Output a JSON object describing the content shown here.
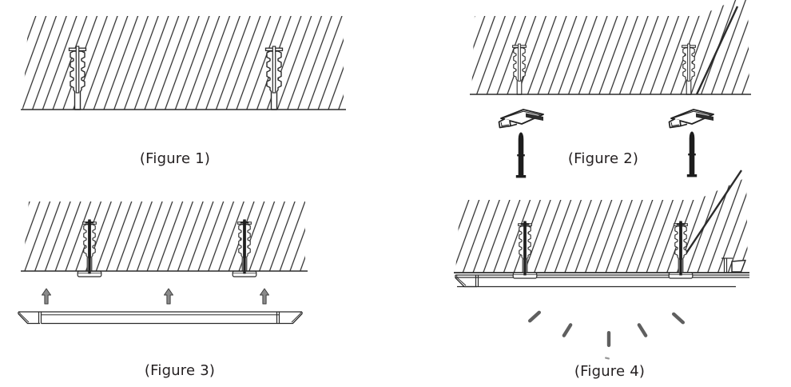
{
  "figures": [
    {
      "id": "figure-1",
      "caption": "(Figure 1)",
      "components": [
        "hatched-ceiling-section",
        "expansion-plug",
        "expansion-plug"
      ]
    },
    {
      "id": "figure-2",
      "caption": "(Figure 2)",
      "components": [
        "hatched-ceiling-section",
        "expansion-plug",
        "expansion-plug",
        "mounting-clip",
        "mounting-clip",
        "mounting-screw",
        "mounting-screw"
      ]
    },
    {
      "id": "figure-3",
      "caption": "(Figure 3)",
      "components": [
        "hatched-ceiling-section",
        "plug-with-screw-and-clip-plate",
        "plug-with-screw-and-clip-plate",
        "up-arrow",
        "up-arrow",
        "up-arrow",
        "light-fixture-bar"
      ]
    },
    {
      "id": "figure-4",
      "caption": "(Figure 4)",
      "components": [
        "hatched-ceiling-section",
        "plug-with-screw-and-clip-plate",
        "plug-with-screw-and-clip-plate",
        "installed-fixture-bar",
        "end-bracket",
        "light-rays"
      ]
    }
  ],
  "colors": {
    "ink": "#2b2b2b",
    "caption_text": "#231f20",
    "ray_gray": "#5f5f5f",
    "arrow_gray": "#8a8a8a",
    "background": "#ffffff"
  }
}
